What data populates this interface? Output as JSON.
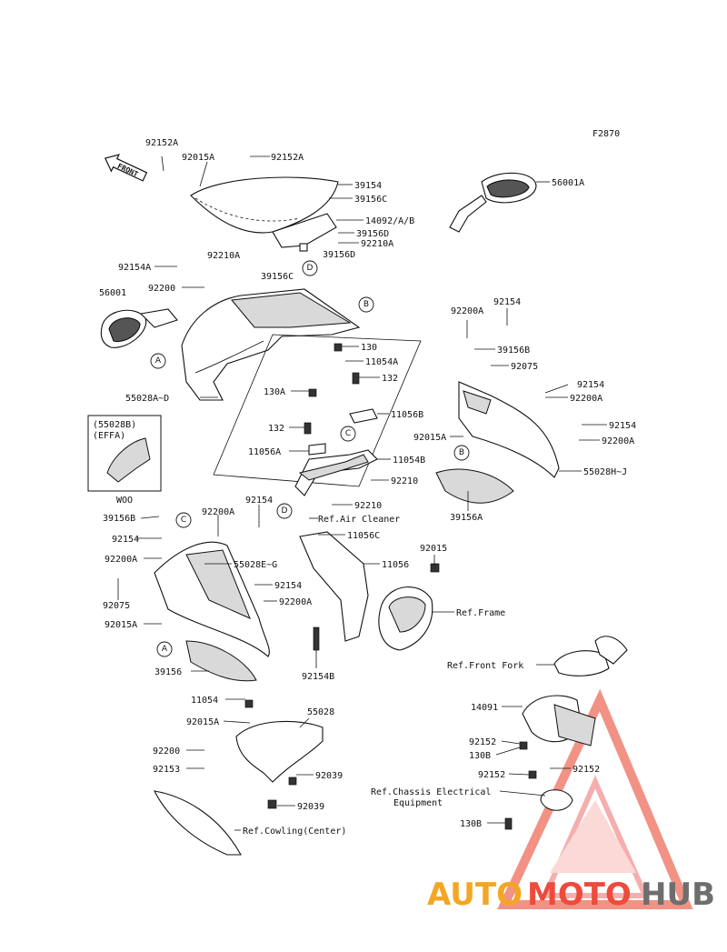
{
  "figure_code": "F2870",
  "front_arrow": "FRONT",
  "inset": {
    "code": "(55028B)",
    "color": "(EFFA)",
    "variant": "WOO"
  },
  "references": {
    "air_cleaner": "Ref.Air Cleaner",
    "frame": "Ref.Frame",
    "front_fork": "Ref.Front Fork",
    "chassis_electrical_1": "Ref.Chassis Electrical",
    "chassis_electrical_2": "Equipment",
    "cowling_center": "Ref.Cowling(Center)"
  },
  "circle_refs": [
    "A",
    "B",
    "C",
    "D"
  ],
  "labels": {
    "p92152A_top": "92152A",
    "p92015A_top": "92015A",
    "p92152A_top2": "92152A",
    "p39154": "39154",
    "p39156C_top": "39156C",
    "p14092": "14092/A/B",
    "p39156D_top": "39156D",
    "p92210A_top": "92210A",
    "p92210A_left": "92210A",
    "p39156D_mid": "39156D",
    "p39156C_mid": "39156C",
    "p56001A": "56001A",
    "p92154A": "92154A",
    "p92200": "92200",
    "p56001": "56001",
    "p55028A": "55028A~D",
    "p130": "130",
    "p11054A": "11054A",
    "p132_top": "132",
    "p130A": "130A",
    "p11056B": "11056B",
    "p132_mid": "132",
    "p11056A": "11056A",
    "p11054B": "11054B",
    "p92210_a": "92210",
    "p92210_b": "92210",
    "p92200A_r": "92200A",
    "p92154_r": "92154",
    "p39156B_r": "39156B",
    "p92075_r": "92075",
    "p92154_r2": "92154",
    "p92200A_r2": "92200A",
    "p92015A_r": "92015A",
    "p92154_r3": "92154",
    "p92200A_r3": "92200A",
    "p55028H": "55028H~J",
    "p39156A": "39156A",
    "p39156B_l": "39156B",
    "p92200A_l": "92200A",
    "p92154_l": "92154",
    "p92154_l2": "92154",
    "p55028E": "55028E~G",
    "p92200A_l2": "92200A",
    "p92075_l": "92075",
    "p92154_c": "92154",
    "p92200A_c": "92200A",
    "p92015A_l": "92015A",
    "p39156": "39156",
    "p11056C": "11056C",
    "p92015": "92015",
    "p11056": "11056",
    "p92154B": "92154B",
    "p11054": "11054",
    "p55028": "55028",
    "p92015A_b": "92015A",
    "p92200_b": "92200",
    "p92153": "92153",
    "p92039_a": "92039",
    "p92039_b": "92039",
    "p14091": "14091",
    "p92152_r": "92152",
    "p130B_a": "130B",
    "p92152_r2": "92152",
    "p92152_r3": "92152",
    "p130B_b": "130B"
  },
  "watermark": {
    "auto": "AUTO",
    "moto": "MOTO",
    "hub": "HUB"
  },
  "colors": {
    "watermark_orange": "#f4a623",
    "watermark_red": "#ee4b3c",
    "watermark_grey": "#6e6e6e"
  }
}
